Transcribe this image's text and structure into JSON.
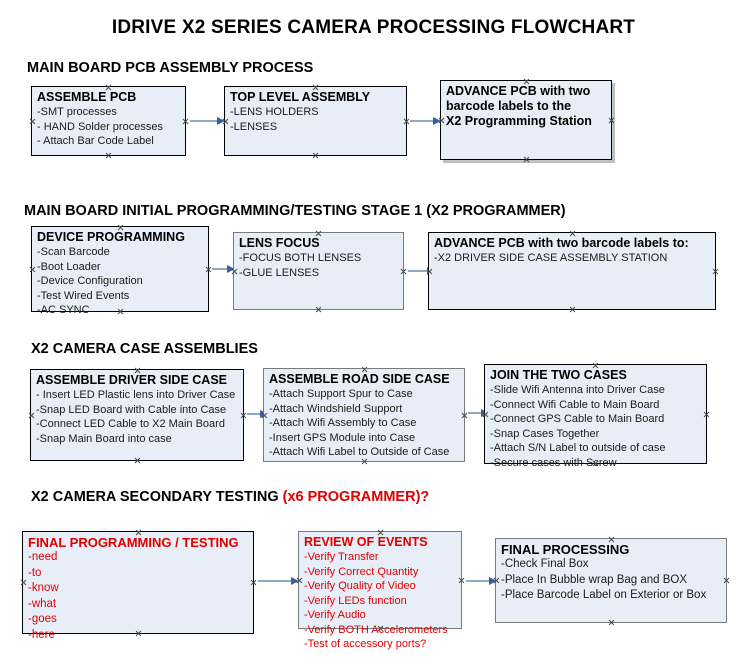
{
  "title": "IDRIVE X2  SERIES CAMERA PROCESSING FLOWCHART",
  "colors": {
    "box_fill": "#e8eef7",
    "box_border": "#000000",
    "box_border_gray": "#7a7a7a",
    "accent_red": "#e00000",
    "arrow_line": "#8fa8c4",
    "arrow_head": "#3a5f9e",
    "text": "#000000"
  },
  "sections": [
    {
      "id": "main-board-pcb-assembly",
      "header": "MAIN BOARD PCB ASSEMBLY PROCESS",
      "header_accent": "",
      "boxes": [
        {
          "id": "assemble-pcb",
          "title": "ASSEMBLE PCB",
          "title_red": false,
          "lines": [
            "-SMT processes",
            "- HAND Solder processes",
            "- Attach Bar Code Label"
          ]
        },
        {
          "id": "top-level-assembly",
          "title": "TOP LEVEL ASSEMBLY",
          "title_red": false,
          "lines": [
            "-LENS HOLDERS",
            "-LENSES"
          ]
        },
        {
          "id": "advance-pcb-programming-station",
          "title": "ADVANCE PCB with two",
          "title_red": false,
          "lines": [
            "barcode labels to the",
            " X2 Programming Station"
          ]
        }
      ]
    },
    {
      "id": "main-board-initial-programming",
      "header": "MAIN BOARD INITIAL PROGRAMMING/TESTING STAGE 1 (X2 PROGRAMMER)",
      "header_accent": "",
      "boxes": [
        {
          "id": "device-programming",
          "title": "DEVICE PROGRAMMING",
          "title_red": false,
          "lines": [
            "-Scan Barcode",
            "-Boot Loader",
            "-Device Configuration",
            "-Test Wired Events",
            "-AC SYNC"
          ]
        },
        {
          "id": "lens-focus",
          "title": "LENS FOCUS",
          "title_red": false,
          "lines": [
            "-FOCUS BOTH LENSES",
            "-GLUE LENSES"
          ]
        },
        {
          "id": "advance-pcb-driver-side-case",
          "title": "ADVANCE PCB with two barcode labels to:",
          "title_red": false,
          "lines": [
            "-X2 DRIVER  SIDE  CASE  ASSEMBLY STATION"
          ]
        }
      ]
    },
    {
      "id": "x2-camera-case-assemblies",
      "header": "X2 CAMERA CASE ASSEMBLIES",
      "header_accent": "",
      "boxes": [
        {
          "id": "assemble-driver-side-case",
          "title": "ASSEMBLE DRIVER SIDE CASE",
          "title_red": false,
          "lines": [
            "- Insert LED Plastic lens into Driver Case",
            "-Snap LED Board with Cable into Case",
            "-Connect LED Cable to X2 Main Board",
            "-Snap Main Board into case"
          ]
        },
        {
          "id": "assemble-road-side-case",
          "title": "ASSEMBLE ROAD SIDE CASE",
          "title_red": false,
          "lines": [
            "-Attach Support Spur to Case",
            "-Attach Windshield Support",
            "-Attach Wifi Assembly to Case",
            "-Insert GPS Module into Case",
            "-Attach Wifi Label to Outside of Case"
          ]
        },
        {
          "id": "join-the-two-cases",
          "title": "JOIN THE TWO CASES",
          "title_red": false,
          "lines": [
            "-Slide Wifi Antenna into Driver Case",
            "-Connect Wifi Cable to Main Board",
            "-Connect GPS Cable to Main Board",
            "-Snap Cases Together",
            "-Attach S/N Label to outside of case",
            "-Secure cases with Screw"
          ]
        }
      ]
    },
    {
      "id": "x2-camera-secondary-testing",
      "header": "X2 CAMERA SECONDARY TESTING ",
      "header_accent": "(x6 PROGRAMMER)?",
      "boxes": [
        {
          "id": "final-programming-testing",
          "title": "FINAL PROGRAMMING / TESTING",
          "title_red": true,
          "lines": [
            "-need",
            "-to",
            "-know",
            "-what",
            "-goes",
            "-here"
          ]
        },
        {
          "id": "review-of-events",
          "title": "REVIEW OF EVENTS",
          "title_red": true,
          "lines": [
            "-Verify Transfer",
            "-Verify Correct Quantity",
            "-Verify Quality of Video",
            "-Verify LEDs function",
            "-Verify Audio",
            "-Verify BOTH Accelerometers",
            "-Test of accessory ports?"
          ]
        },
        {
          "id": "final-processing",
          "title": "FINAL PROCESSING",
          "title_red": false,
          "lines": [
            " -Check Final Box",
            "-Place In Bubble wrap Bag and BOX",
            "-Place Barcode Label on Exterior or Box"
          ]
        }
      ]
    }
  ]
}
